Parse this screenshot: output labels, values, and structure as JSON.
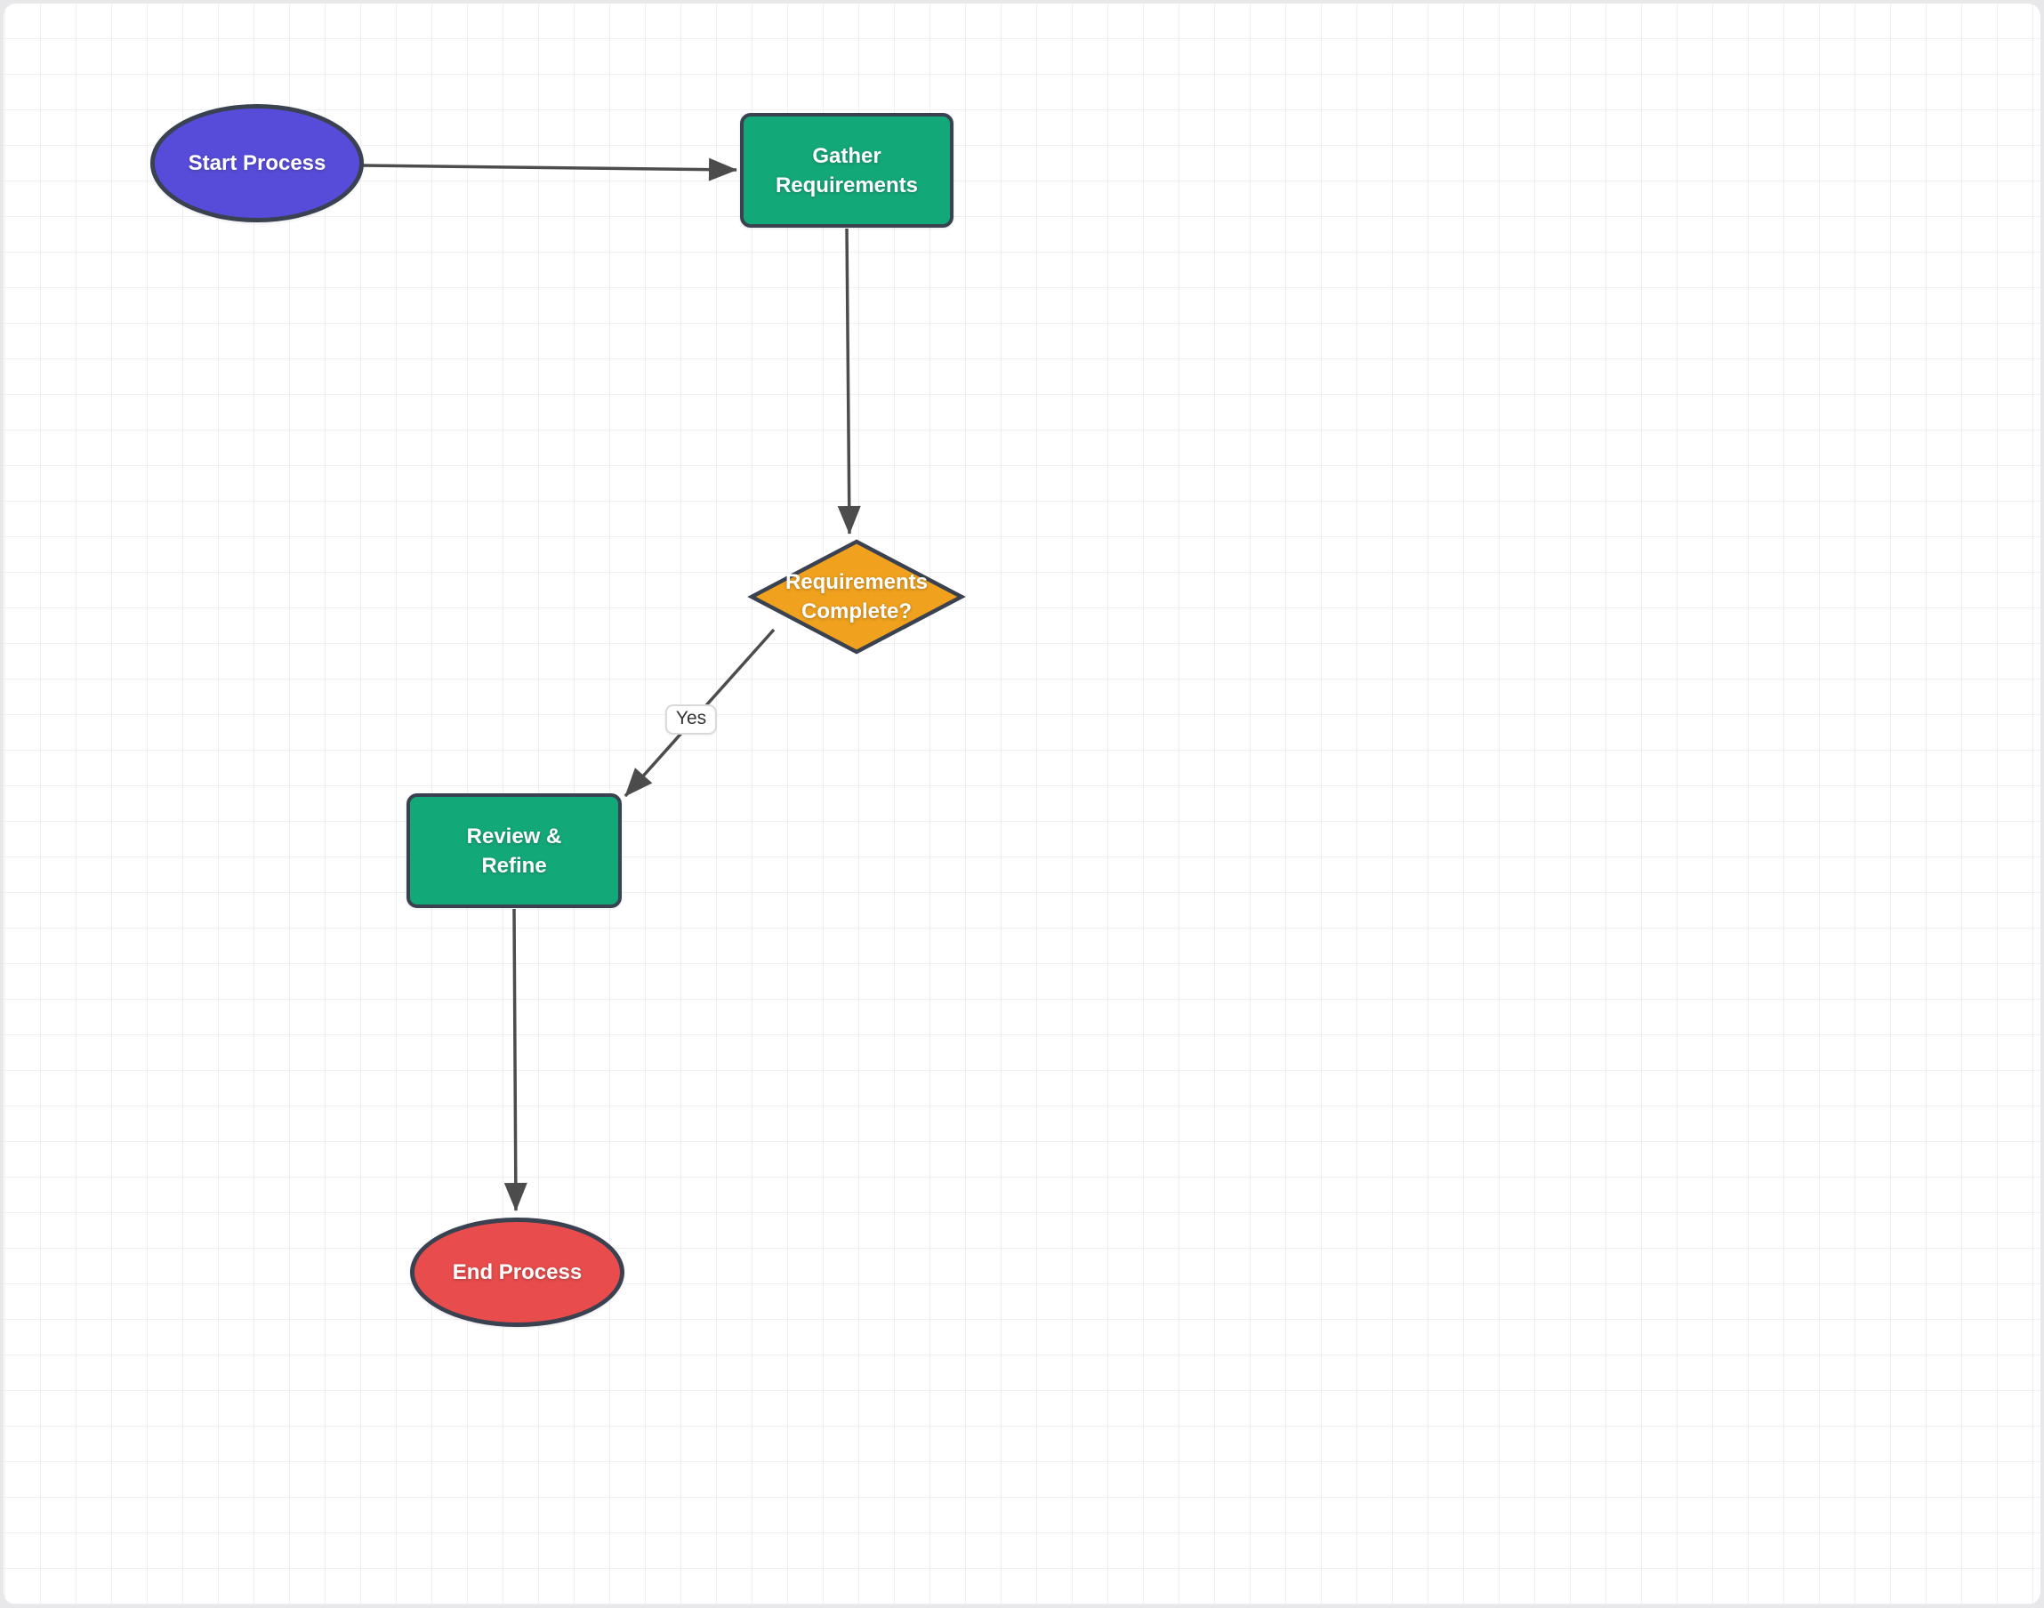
{
  "page": {
    "background": "#E8E8EB",
    "canvas_background": "#FFFFFF",
    "grid_color": "#F0F0F2"
  },
  "diagram": {
    "edge_color": "#4C4C4C",
    "node_border_color": "#3A4150",
    "node_text_color": "#FFFFFF",
    "nodes": [
      {
        "id": "start",
        "shape": "ellipse",
        "label": "Start Process",
        "fill": "#564CD9"
      },
      {
        "id": "gather",
        "shape": "rounded-rect",
        "label": "Gather Requirements",
        "fill": "#13A878"
      },
      {
        "id": "decision",
        "shape": "diamond",
        "label": "Requirements Complete?",
        "fill": "#F0A11E"
      },
      {
        "id": "review",
        "shape": "rounded-rect",
        "label": "Review & Refine",
        "fill": "#13A878"
      },
      {
        "id": "end",
        "shape": "ellipse",
        "label": "End Process",
        "fill": "#E84C4C"
      }
    ],
    "edges": [
      {
        "from": "start",
        "to": "gather",
        "label": ""
      },
      {
        "from": "gather",
        "to": "decision",
        "label": ""
      },
      {
        "from": "decision",
        "to": "review",
        "label": "Yes"
      },
      {
        "from": "review",
        "to": "end",
        "label": ""
      }
    ]
  }
}
